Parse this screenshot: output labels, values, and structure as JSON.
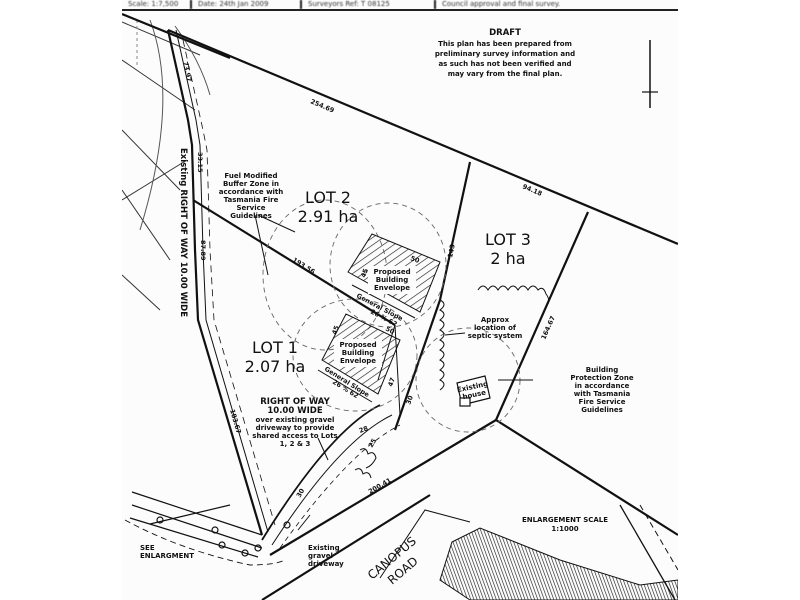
{
  "titlebar": {
    "scale": "Scale: 1:7,500",
    "date": "Date: 24th Jan 2009",
    "surveyor_ref": "Surveyors Ref: T 08125",
    "note": "Council approval and final survey."
  },
  "draft_note": {
    "title": "DRAFT",
    "lines": [
      "This plan has been prepared from",
      "preliminary survey information and",
      "as such has not been verified and",
      "may vary from the final plan."
    ]
  },
  "lots": [
    {
      "id": "lot1",
      "name": "LOT 1",
      "area": "2.07 ha"
    },
    {
      "id": "lot2",
      "name": "LOT 2",
      "area": "2.91 ha"
    },
    {
      "id": "lot3",
      "name": "LOT 3",
      "area": "2 ha"
    }
  ],
  "annotations": {
    "fuel_buffer": [
      "Fuel Modified",
      "Buffer Zone in",
      "accordance with",
      "Tasmania Fire",
      "Service",
      "Guidelines"
    ],
    "building_envelope_1": [
      "Proposed",
      "Building",
      "Envelope"
    ],
    "building_envelope_2": [
      "Proposed",
      "Building",
      "Envelope"
    ],
    "general_slope_1": "General Slope",
    "general_slope_1_ratio": "26 % 62",
    "general_slope_2": "General Slope",
    "general_slope_2_ratio": "26 % 62",
    "septic": [
      "Approx",
      "location of",
      "septic system"
    ],
    "existing_house": [
      "Existing",
      "house"
    ],
    "building_protection": [
      "Building",
      "Protection Zone",
      "in accordance",
      "with Tasmania",
      "Fire Service",
      "Guidelines"
    ],
    "right_of_way_title": [
      "RIGHT OF WAY",
      "10.00 WIDE"
    ],
    "right_of_way_desc": [
      "over existing gravel",
      "driveway to provide",
      "shared access to Lots",
      "1, 2 & 3"
    ],
    "existing_row": "Existing RIGHT OF WAY 10.00 WIDE",
    "see_enlargement": [
      "SEE",
      "ENLARGMENT"
    ],
    "existing_driveway": [
      "Existing",
      "gravel",
      "driveway"
    ],
    "road_name": [
      "CANOPUS",
      "ROAD"
    ],
    "enlargement_scale": [
      "ENLARGEMENT SCALE",
      "1:1000"
    ]
  },
  "dimensions": {
    "north_boundary": "254.69",
    "lot3_north": "94.18",
    "lot1_lot2_boundary": "193.56",
    "lot2_lot3_boundary": "143",
    "lot3_east": "164.67",
    "south_boundary": "200.41",
    "west_top": "73.97",
    "west_mid1": "33.15",
    "west_mid2": "87.89",
    "west_lower": "183.67",
    "envelope_50_top": "50",
    "envelope_45": "45",
    "envelope_50_mid": "50",
    "envelope_45_b": "45",
    "envelope_47": "47",
    "envelope_30": "30",
    "driveway_28": "28",
    "driveway_25": "25",
    "driveway_30": "30"
  }
}
